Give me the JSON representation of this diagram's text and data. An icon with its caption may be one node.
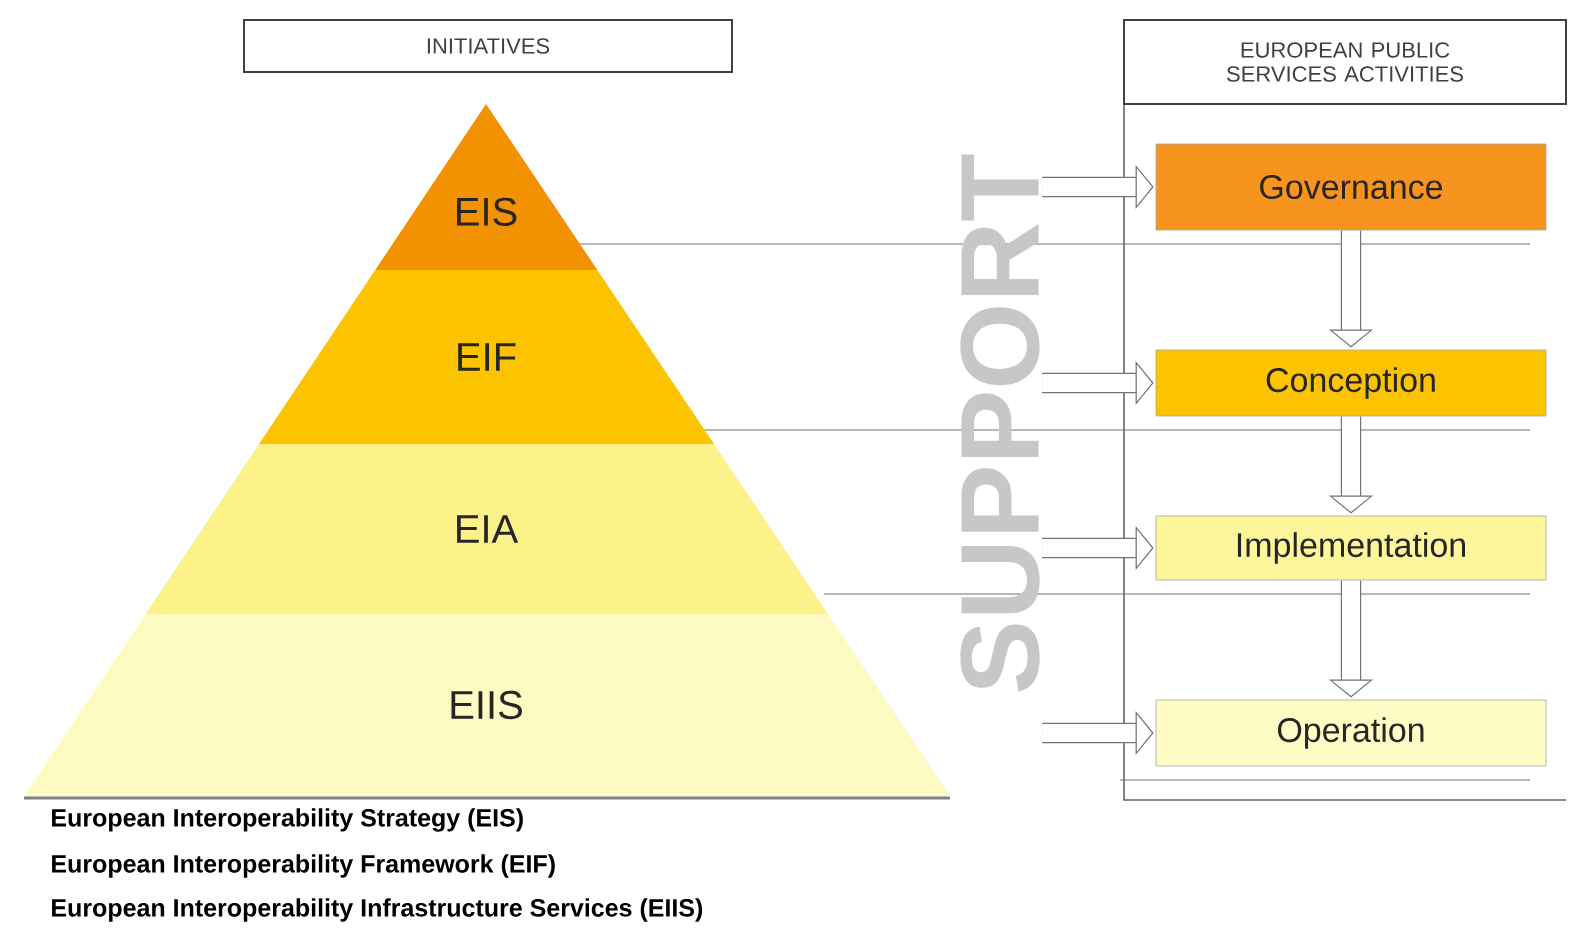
{
  "diagram": {
    "nodes": [
      {
        "text": [
          "INITIATIVES"
        ]
      },
      {
        "text": [
          "EUROPEAN PUBLIC SERVICES ACTIVITIES"
        ]
      },
      {
        "text": [
          "EIS"
        ]
      },
      {
        "text": [
          "EIF"
        ]
      },
      {
        "text": [
          "EIA"
        ]
      },
      {
        "text": [
          "EIIS"
        ]
      },
      {
        "text": [
          "Governance"
        ]
      },
      {
        "text": [
          "Conception"
        ]
      },
      {
        "text": [
          "Implementation"
        ]
      },
      {
        "text": [
          "Operation"
        ]
      },
      {
        "text": [
          "SUPPORT"
        ]
      }
    ],
    "edges": [
      {
        "from": 6,
        "to": 7,
        "arrow": "to"
      },
      {
        "from": 7,
        "to": 8,
        "arrow": "to"
      },
      {
        "from": 8,
        "to": 9,
        "arrow": "to"
      },
      {
        "from": 10,
        "to": 6,
        "arrow": "to"
      },
      {
        "from": 10,
        "to": 7,
        "arrow": "to"
      },
      {
        "from": 10,
        "to": 8,
        "arrow": "to"
      },
      {
        "from": 10,
        "to": 9,
        "arrow": "to"
      }
    ],
    "labels": [
      "European Interoperability Strategy (EIS)",
      "European Interoperability Framework (EIF)",
      "European Interoperability Infrastructure Services (EIIS)"
    ]
  }
}
